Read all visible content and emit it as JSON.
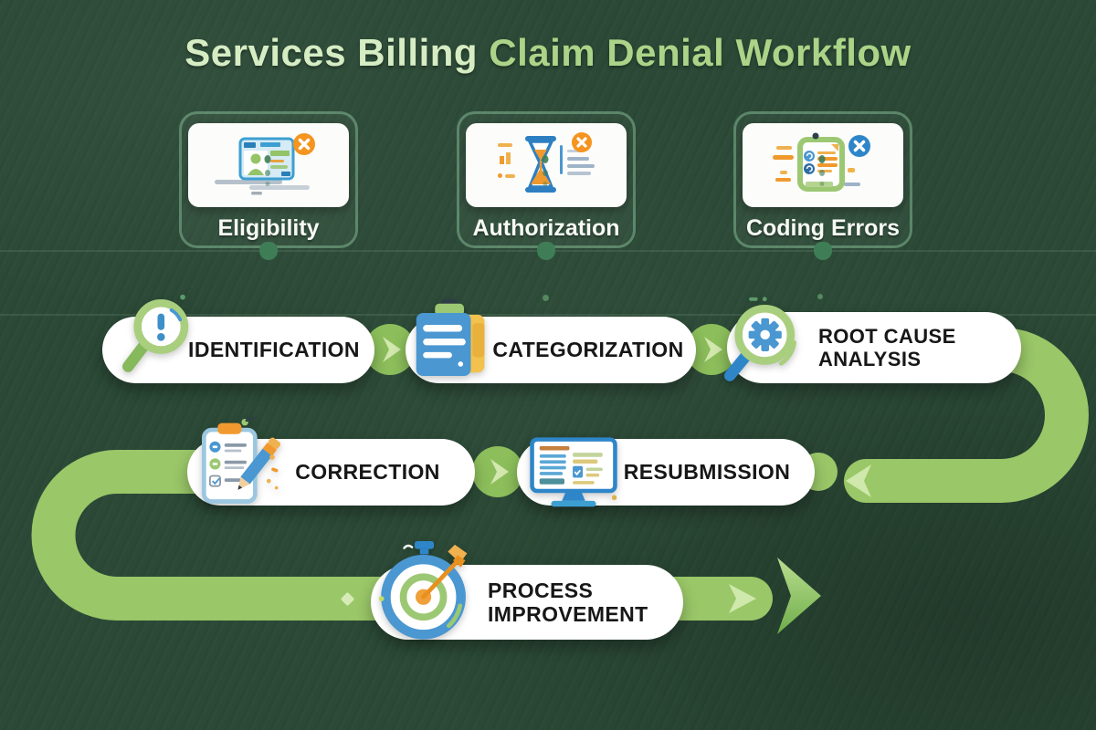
{
  "title": {
    "part1": "Services Billing",
    "part2": "Claim Denial Workflow",
    "full": "Services Billing Claim Denial Workflow"
  },
  "denial_types": [
    {
      "label": "Eligibility",
      "icon": "id-card-denied-icon",
      "badge": "x",
      "badge_color": "#f5941f"
    },
    {
      "label": "Authorization",
      "icon": "hourglass-denied-icon",
      "badge": "x",
      "badge_color": "#f5941f"
    },
    {
      "label": "Coding Errors",
      "icon": "claim-document-denied-icon",
      "badge": "x",
      "badge_color": "#2e86c9"
    }
  ],
  "steps": [
    {
      "id": "identification",
      "lines": [
        "IDENTIFICATION"
      ],
      "icon": "magnifier-exclamation-icon"
    },
    {
      "id": "categorization",
      "lines": [
        "CATEGORIZATION"
      ],
      "icon": "clipboard-folder-icon"
    },
    {
      "id": "root-cause-analysis",
      "lines": [
        "ROOT CAUSE",
        "ANALYSIS"
      ],
      "icon": "magnifier-gear-icon"
    },
    {
      "id": "correction",
      "lines": [
        "CORRECTION"
      ],
      "icon": "checklist-pencil-icon"
    },
    {
      "id": "resubmission",
      "lines": [
        "RESUBMISSION"
      ],
      "icon": "monitor-claim-icon"
    },
    {
      "id": "process-improvement",
      "lines": [
        "PROCESS",
        "IMPROVEMENT"
      ],
      "icon": "target-dart-icon"
    }
  ],
  "flow": {
    "direction_icons": [
      "chevron-right-icon",
      "chevron-right-icon",
      "chevron-left-icon",
      "chevron-right-icon",
      "arrowhead-right-icon"
    ],
    "ribbon_color": "#9ac768",
    "chevron_color": "#cfe8ab",
    "connector_circle_color": "#8cbe5b",
    "arrowhead_color": "#6fae49"
  },
  "colors": {
    "background": "#2b4936",
    "pill_bg": "#ffffff",
    "pill_text": "#171717",
    "card_border": "#86be96",
    "card_label": "#f7f9f4",
    "title_part1": "#d6ecc3",
    "title_part2": "#abd488",
    "badge_orange": "#f5941f",
    "badge_blue": "#2e86c9",
    "accent_blue": "#4a97d1",
    "accent_green": "#9cc873",
    "accent_orange": "#f0992e"
  }
}
